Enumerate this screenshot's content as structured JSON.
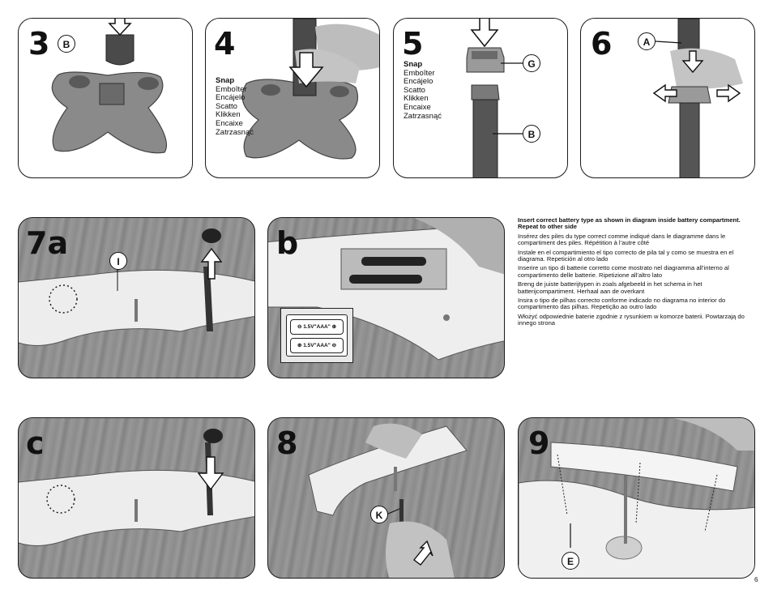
{
  "steps": {
    "s3": {
      "number": "3",
      "callout": "B"
    },
    "s4": {
      "number": "4",
      "snap": [
        "Snap",
        "Emboîter",
        "Encájelo",
        "Scatto",
        "Klikken",
        "Encaixe",
        "Zatrzasnąć"
      ]
    },
    "s5": {
      "number": "5",
      "snap": [
        "Snap",
        "Emboîter",
        "Encájelo",
        "Scatto",
        "Klikken",
        "Encaixe",
        "Zatrzasnąć"
      ],
      "callout_top": "G",
      "callout_bottom": "B"
    },
    "s6": {
      "number": "6",
      "callout": "A"
    },
    "s7a": {
      "number": "7a",
      "callout": "I"
    },
    "sb": {
      "number": "b"
    },
    "sc": {
      "number": "c"
    },
    "s8": {
      "number": "8",
      "callout": "K"
    },
    "s9": {
      "number": "9",
      "callout": "E"
    }
  },
  "battery_diagram": {
    "cell_1": "⊖ 1.5V\"AAA\" ⊕",
    "cell_2": "⊕ 1.5V\"AAA\" ⊖"
  },
  "instructions": {
    "heading": "Insert correct battery type as shown in diagram inside battery compartment. Repeat to other side",
    "fr": "Insérez des piles du type correct comme indiqué dans le diagramme dans le compartiment des piles. Répétition à l’autre côté",
    "es": "Instale en el compartimiento el tipo correcto de pila tal y como se muestra en el diagrama. Repetición al otro lado",
    "it": "Inserire un tipo di batterie corretto come mostrato nel diagramma all’interno al compartimento delle batterie. Ripetizione all’altro lato",
    "nl": "Breng de juiste batterijtypen in zoals afgebeeld in het schema in het batterijcompartiment. Herhaal aan de overkant",
    "pt": "Insira o tipo de pilhas correcto conforme indicado no diagrama no interior do compartimento das pilhas. Repetição ao outro lado",
    "pl": "Włożyć odpowiednie baterie zgodnie z rysunkiem w komorze baterii. Powtarzają do innego strona"
  },
  "page_number": "6"
}
